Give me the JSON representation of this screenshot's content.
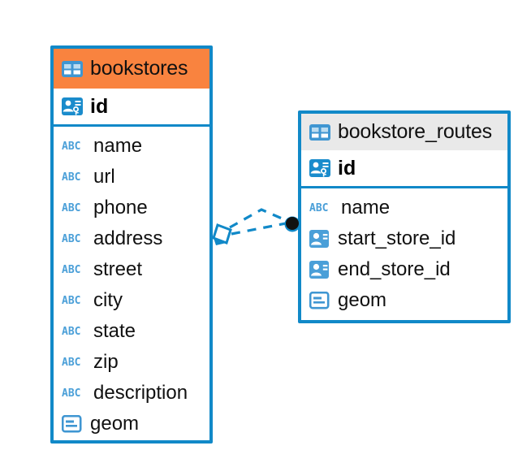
{
  "diagram": {
    "type": "entity-relationship-diagram",
    "background": "#ffffff",
    "accent_blue": "#1189c8",
    "header_orange": "#f9833f",
    "header_grey": "#e9e9e9",
    "icon_blue": "#4a9fd8"
  },
  "entities": [
    {
      "name": "bookstores",
      "header_icon": "table-icon",
      "header_style": "orange",
      "primary_key": {
        "label": "id",
        "icon": "primary-key-icon"
      },
      "fields": [
        {
          "label": "name",
          "icon": "abc-text-icon",
          "icon_text": "ABC"
        },
        {
          "label": "url",
          "icon": "abc-text-icon",
          "icon_text": "ABC"
        },
        {
          "label": "phone",
          "icon": "abc-text-icon",
          "icon_text": "ABC"
        },
        {
          "label": "address",
          "icon": "abc-text-icon",
          "icon_text": "ABC"
        },
        {
          "label": "street",
          "icon": "abc-text-icon",
          "icon_text": "ABC"
        },
        {
          "label": "city",
          "icon": "abc-text-icon",
          "icon_text": "ABC"
        },
        {
          "label": "state",
          "icon": "abc-text-icon",
          "icon_text": "ABC"
        },
        {
          "label": "zip",
          "icon": "abc-text-icon",
          "icon_text": "ABC"
        },
        {
          "label": "description",
          "icon": "abc-text-icon",
          "icon_text": "ABC"
        },
        {
          "label": "geom",
          "icon": "geometry-icon",
          "icon_text": ""
        }
      ]
    },
    {
      "name": "bookstore_routes",
      "header_icon": "table-icon",
      "header_style": "grey",
      "primary_key": {
        "label": "id",
        "icon": "primary-key-icon"
      },
      "fields": [
        {
          "label": "name",
          "icon": "abc-text-icon",
          "icon_text": "ABC"
        },
        {
          "label": "start_store_id",
          "icon": "foreign-key-icon",
          "icon_text": ""
        },
        {
          "label": "end_store_id",
          "icon": "foreign-key-icon",
          "icon_text": ""
        },
        {
          "label": "geom",
          "icon": "geometry-icon",
          "icon_text": ""
        }
      ]
    }
  ],
  "relationship": {
    "style": "dashed",
    "color": "#1189c8",
    "source_marker": "diamond-marker",
    "target_marker": "filled-circle-marker",
    "branches": 2
  }
}
